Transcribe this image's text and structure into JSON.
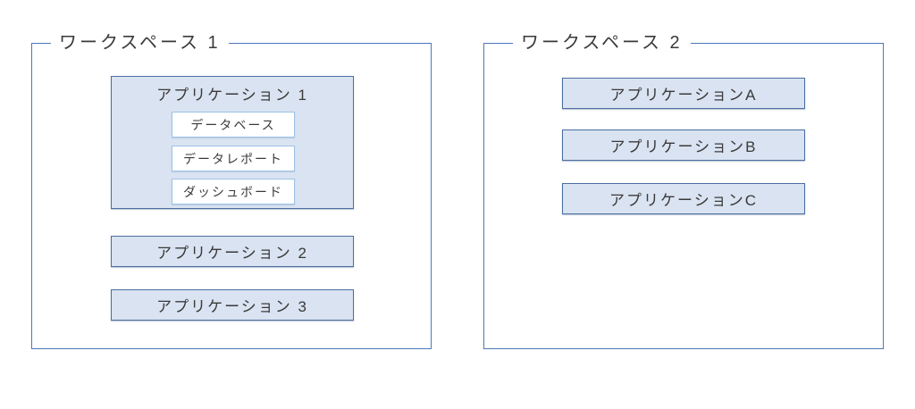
{
  "diagram": {
    "colors": {
      "workspace_border": "#4c78b8",
      "application_fill": "#dae3f1",
      "application_border": "#4a6ea0",
      "subbox_fill": "#ffffff",
      "subbox_border": "#9cc3e5",
      "text": "#3a3a3a"
    },
    "workspaces": [
      {
        "title": "ワークスペース 1",
        "applications": [
          {
            "label": "アプリケーション 1",
            "children": [
              "データベース",
              "データレポート",
              "ダッシュボード"
            ]
          },
          {
            "label": "アプリケーション 2"
          },
          {
            "label": "アプリケーション 3"
          }
        ]
      },
      {
        "title": "ワークスペース 2",
        "applications": [
          {
            "label": "アプリケーションA"
          },
          {
            "label": "アプリケーションB"
          },
          {
            "label": "アプリケーションC"
          }
        ]
      }
    ]
  }
}
